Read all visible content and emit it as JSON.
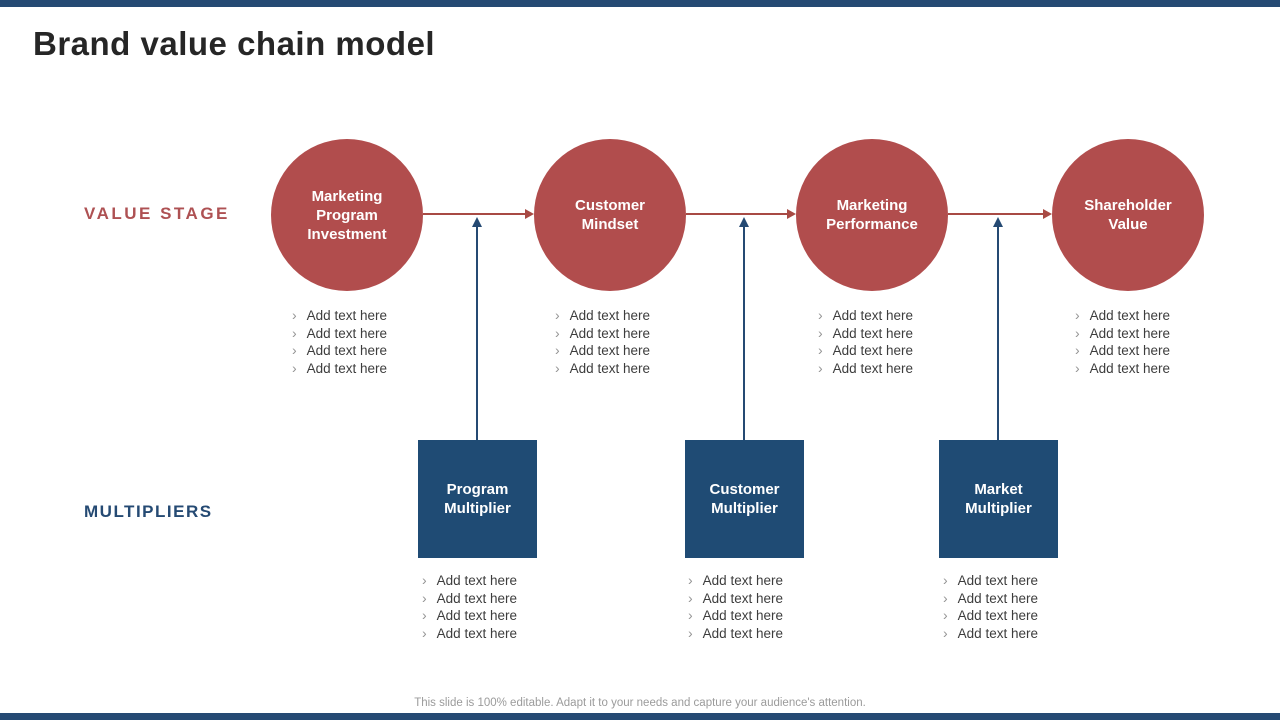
{
  "slide": {
    "title": "Brand value chain model",
    "footer_note": "This slide is 100% editable. Adapt it to your needs and capture your audience's attention."
  },
  "sections": {
    "value_stage_label": "VALUE STAGE",
    "multipliers_label": "MULTIPLIERS"
  },
  "icons": {
    "chevron_bullet": "›"
  },
  "colors": {
    "accent_navy": "#254a73",
    "box_navy": "#1f4b74",
    "accent_red": "#b14d4d",
    "arrow_red": "#a84a44",
    "title_text": "#262626",
    "bullet_text": "#3d3d3d",
    "footer_text": "#9b9b9b"
  },
  "stages": [
    {
      "label": "Marketing Program Investment",
      "bullets": [
        "Add text here",
        "Add text here",
        "Add text here",
        "Add text here"
      ]
    },
    {
      "label": "Customer Mindset",
      "bullets": [
        "Add text here",
        "Add text here",
        "Add text here",
        "Add text here"
      ]
    },
    {
      "label": "Marketing Performance",
      "bullets": [
        "Add text here",
        "Add text here",
        "Add text here",
        "Add text here"
      ]
    },
    {
      "label": "Shareholder Value",
      "bullets": [
        "Add text here",
        "Add text here",
        "Add text here",
        "Add text here"
      ]
    }
  ],
  "multipliers": [
    {
      "label": "Program Multiplier",
      "bullets": [
        "Add text here",
        "Add text here",
        "Add text here",
        "Add text here"
      ]
    },
    {
      "label": "Customer Multiplier",
      "bullets": [
        "Add text here",
        "Add text here",
        "Add text here",
        "Add text here"
      ]
    },
    {
      "label": "Market Multiplier",
      "bullets": [
        "Add text here",
        "Add text here",
        "Add text here",
        "Add text here"
      ]
    }
  ]
}
